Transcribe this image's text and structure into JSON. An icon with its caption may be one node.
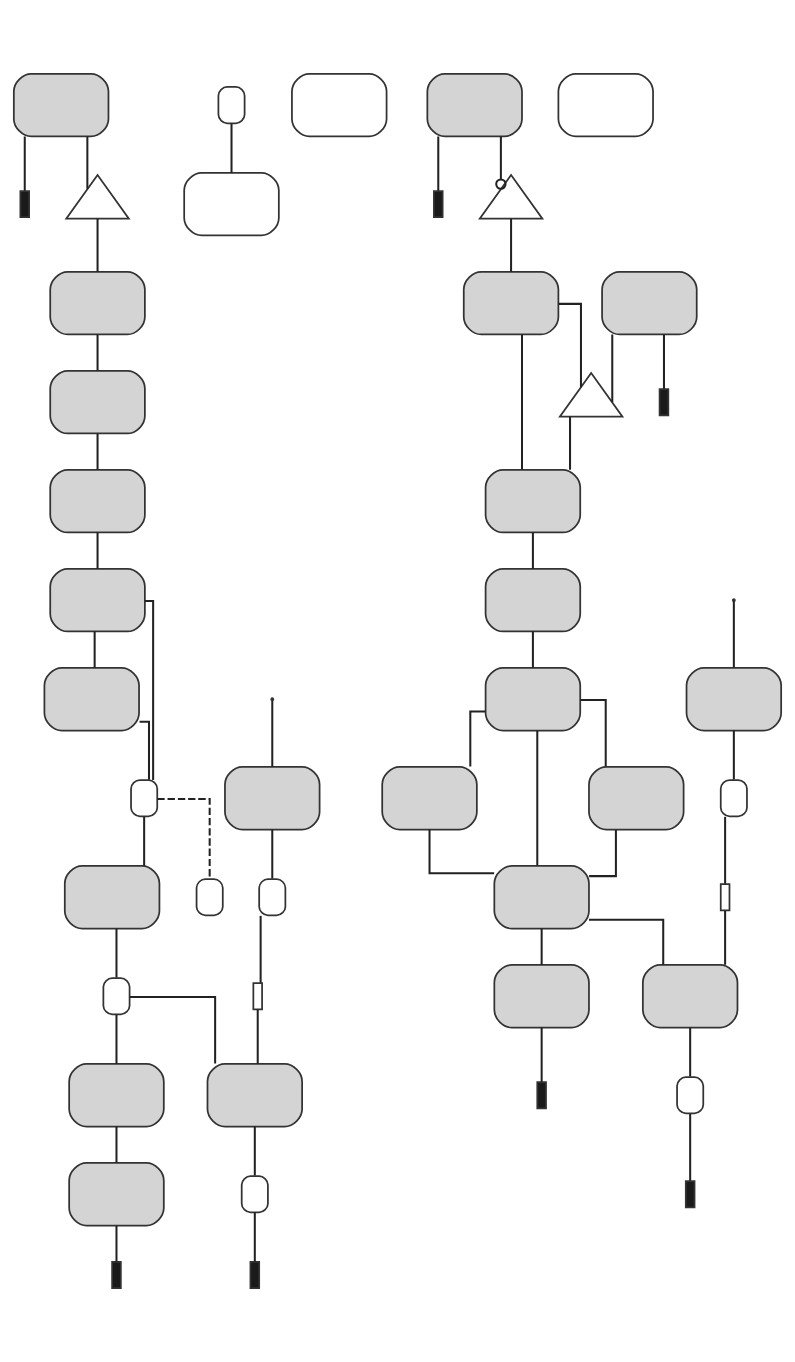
{
  "diagram": {
    "nodes": [
      {
        "text": [],
        "shape": "box"
      },
      {
        "text": [],
        "shape": "bar"
      },
      {
        "text": [],
        "shape": "triangle"
      },
      {
        "text": [],
        "shape": "box"
      },
      {
        "text": [],
        "shape": "box"
      },
      {
        "text": [],
        "shape": "box"
      },
      {
        "text": [],
        "shape": "box"
      },
      {
        "text": [],
        "shape": "box"
      },
      {
        "text": [],
        "shape": "capsule"
      },
      {
        "text": [],
        "shape": "box"
      },
      {
        "text": [],
        "shape": "capsule"
      },
      {
        "text": [],
        "shape": "box"
      },
      {
        "text": [],
        "shape": "box"
      },
      {
        "text": [],
        "shape": "capsule"
      },
      {
        "text": [],
        "shape": "capsule"
      },
      {
        "text": [],
        "shape": "box"
      },
      {
        "text": [],
        "shape": "capsule"
      },
      {
        "text": [],
        "shape": "bar"
      },
      {
        "text": [],
        "shape": "box"
      },
      {
        "text": [],
        "shape": "box"
      },
      {
        "text": [],
        "shape": "capsule"
      },
      {
        "text": [],
        "shape": "bar"
      },
      {
        "text": [],
        "shape": "box"
      },
      {
        "text": [],
        "shape": "bar"
      },
      {
        "text": [],
        "shape": "box"
      },
      {
        "text": [],
        "shape": "bar"
      },
      {
        "text": [],
        "shape": "box"
      },
      {
        "text": [],
        "shape": "bar"
      },
      {
        "text": [],
        "shape": "triangle"
      },
      {
        "text": [],
        "shape": "triangle"
      },
      {
        "text": [],
        "shape": "box"
      },
      {
        "text": [],
        "shape": "box"
      },
      {
        "text": [],
        "shape": "box"
      },
      {
        "text": [],
        "shape": "box"
      },
      {
        "text": [],
        "shape": "box"
      },
      {
        "text": [],
        "shape": "box"
      },
      {
        "text": [],
        "shape": "box"
      },
      {
        "text": [],
        "shape": "box"
      },
      {
        "text": [],
        "shape": "capsule"
      },
      {
        "text": [],
        "shape": "bar"
      },
      {
        "text": [],
        "shape": "box"
      },
      {
        "text": [],
        "shape": "box"
      },
      {
        "text": [],
        "shape": "capsule"
      },
      {
        "text": [],
        "shape": "bar"
      },
      {
        "text": [],
        "shape": "box"
      },
      {
        "text": [],
        "shape": "bar"
      }
    ],
    "edges": [
      {
        "from": 0,
        "to": 2,
        "arrow": "none"
      },
      {
        "from": 0,
        "to": 1,
        "arrow": "none"
      },
      {
        "from": 2,
        "to": 3,
        "arrow": "none"
      },
      {
        "from": 3,
        "to": 4,
        "arrow": "none"
      },
      {
        "from": 4,
        "to": 5,
        "arrow": "none"
      },
      {
        "from": 5,
        "to": 6,
        "arrow": "none"
      },
      {
        "from": 6,
        "to": 8,
        "arrow": "none"
      },
      {
        "from": 6,
        "to": 7,
        "arrow": "none"
      },
      {
        "from": 7,
        "to": 8,
        "arrow": "none"
      },
      {
        "from": 8,
        "to": 13,
        "arrow": "none",
        "style": "dashed"
      },
      {
        "from": 8,
        "to": 9,
        "arrow": "none"
      },
      {
        "from": 9,
        "to": 10,
        "arrow": "none"
      },
      {
        "from": 10,
        "to": 19,
        "arrow": "none"
      },
      {
        "from": 10,
        "to": 12,
        "arrow": "none"
      },
      {
        "from": 12,
        "to": 22,
        "arrow": "none"
      },
      {
        "from": null,
        "to": 11,
        "arrow": "none"
      },
      {
        "from": 11,
        "to": 16,
        "arrow": "none"
      },
      {
        "from": 16,
        "to": 17,
        "arrow": "none"
      },
      {
        "from": 17,
        "to": 19,
        "arrow": "none"
      },
      {
        "from": 19,
        "to": 20,
        "arrow": "none"
      },
      {
        "from": 20,
        "to": 21,
        "arrow": "none"
      },
      {
        "from": 22,
        "to": 23,
        "arrow": "none"
      },
      {
        "from": 14,
        "to": 15,
        "arrow": "none"
      },
      {
        "from": 24,
        "to": 28,
        "arrow": "other"
      },
      {
        "from": 24,
        "to": 25,
        "arrow": "none"
      },
      {
        "from": 26,
        "to": 27,
        "arrow": "none"
      },
      {
        "from": 26,
        "to": 29,
        "arrow": "none"
      },
      {
        "from": 28,
        "to": 30,
        "arrow": "none"
      },
      {
        "from": 30,
        "to": 31,
        "arrow": "none"
      },
      {
        "from": 30,
        "to": 29,
        "arrow": "none"
      },
      {
        "from": 29,
        "to": 31,
        "arrow": "none"
      },
      {
        "from": 31,
        "to": 32,
        "arrow": "none"
      },
      {
        "from": 32,
        "to": 33,
        "arrow": "none"
      },
      {
        "from": 33,
        "to": 36,
        "arrow": "none"
      },
      {
        "from": 33,
        "to": 34,
        "arrow": "none"
      },
      {
        "from": 33,
        "to": 35,
        "arrow": "none"
      },
      {
        "from": 34,
        "to": 36,
        "arrow": "none"
      },
      {
        "from": 35,
        "to": 36,
        "arrow": "none"
      },
      {
        "from": 36,
        "to": 44,
        "arrow": "none"
      },
      {
        "from": 36,
        "to": 41,
        "arrow": "none"
      },
      {
        "from": null,
        "to": 37,
        "arrow": "none"
      },
      {
        "from": 37,
        "to": 38,
        "arrow": "none"
      },
      {
        "from": 38,
        "to": 39,
        "arrow": "none"
      },
      {
        "from": 39,
        "to": 41,
        "arrow": "none"
      },
      {
        "from": 41,
        "to": 42,
        "arrow": "none"
      },
      {
        "from": 42,
        "to": 43,
        "arrow": "none"
      },
      {
        "from": 44,
        "to": 45,
        "arrow": "none"
      }
    ]
  }
}
